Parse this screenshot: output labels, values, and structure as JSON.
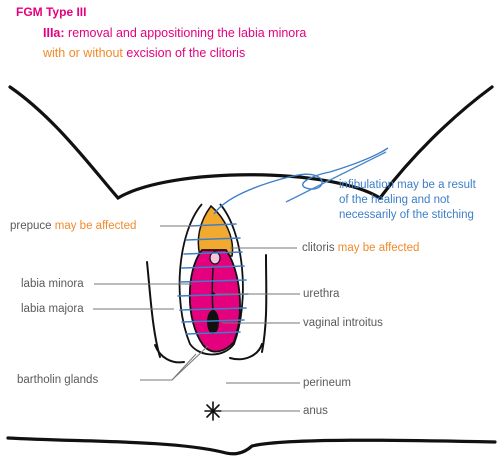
{
  "title": "FGM Type III",
  "subtitle": {
    "line1_lead": "IIIa:",
    "line1_rest": "removal and appositioning the labia minora",
    "line2_part1": "with or without",
    "line2_part2": "excision of the clitoris"
  },
  "note": {
    "line1": "infibulation may be a result",
    "line2": "of the healing and not",
    "line3": "necessarily of the stitching"
  },
  "labels": {
    "prepuce": "prepuce",
    "prepuce_suffix": "may be affected",
    "clitoris": "clitoris",
    "clitoris_suffix": "may be affected",
    "labia_minora": "labia minora",
    "labia_majora": "labia majora",
    "urethra": "urethra",
    "vaginal_introitus": "vaginal introitus",
    "bartholin_glands": "bartholin glands",
    "perineum": "perineum",
    "anus": "anus"
  },
  "colors": {
    "magenta": "#e5007d",
    "orange": "#f08a2a",
    "blue": "#3d7ec8",
    "label_gray": "#5a5a5a"
  }
}
